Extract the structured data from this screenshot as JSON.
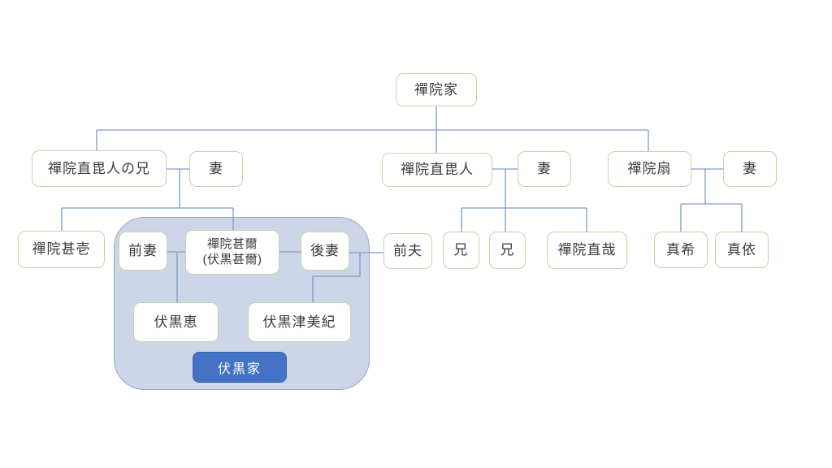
{
  "diagram_title": "禪院家 family tree",
  "colors": {
    "node_border": "#c5d3a5",
    "node_fill": "#ffffff",
    "connector": "#7d9cc9",
    "group_fill": "#cdd6e9",
    "group_border": "#96a6c8",
    "label_fill": "#4472c4",
    "label_text": "#ffffff",
    "text": "#3a3a3a",
    "background": "#ffffff"
  },
  "nodes": {
    "zenin_family": "禪院家",
    "naobito_brother": "禪院直毘人の兄",
    "wife_of_naobito_brother": "妻",
    "naobito": "禪院直毘人",
    "wife_of_naobito": "妻",
    "ogi": "禪院扇",
    "wife_of_ogi": "妻",
    "jinichi": "禪院甚壱",
    "first_wife": "前妻",
    "toji_line1": "禪院甚爾",
    "toji_line2": "(伏黒甚爾)",
    "second_wife": "後妻",
    "former_husband": "前夫",
    "brother1": "兄",
    "brother2": "兄",
    "naoya": "禪院直哉",
    "maki": "真希",
    "mai": "真依",
    "megumi": "伏黒恵",
    "tsumiki": "伏黒津美紀",
    "fushiguro_family": "伏黒家"
  }
}
